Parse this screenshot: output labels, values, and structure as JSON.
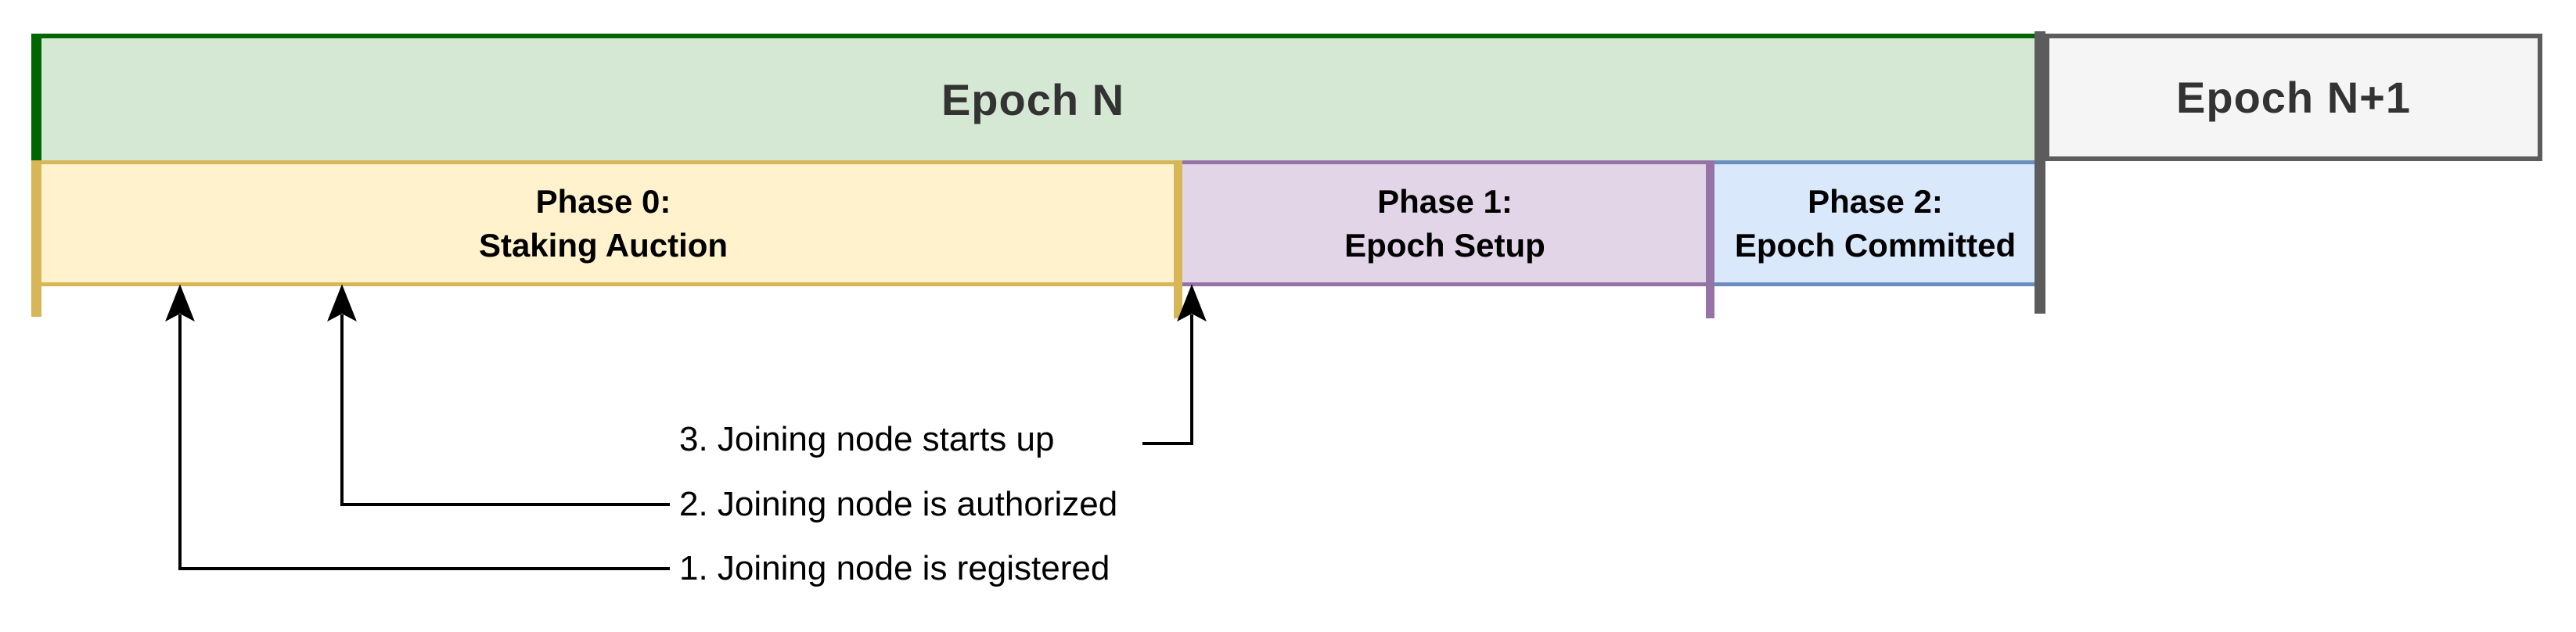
{
  "figure": {
    "type": "epoch-phase-timeline-diagram",
    "epochs": [
      {
        "id": "epoch-n",
        "label": "Epoch N"
      },
      {
        "id": "epoch-n-plus-1",
        "label": "Epoch N+1"
      }
    ],
    "phases": [
      {
        "id": "phase-0",
        "line1": "Phase 0:",
        "line2": "Staking Auction"
      },
      {
        "id": "phase-1",
        "line1": "Phase 1:",
        "line2": "Epoch Setup"
      },
      {
        "id": "phase-2",
        "line1": "Phase 2:",
        "line2": "Epoch Committed"
      }
    ],
    "annotations": [
      {
        "id": "step-1",
        "label": "1. Joining node is registered"
      },
      {
        "id": "step-2",
        "label": "2. Joining node is authorized"
      },
      {
        "id": "step-3",
        "label": "3. Joining node starts up"
      }
    ],
    "colors": {
      "epoch_n_fill": "#d5e8d4",
      "epoch_n_border": "#006600",
      "epoch_n1_fill": "#f5f5f5",
      "epoch_n1_border": "#5c5c5c",
      "phase0_fill": "#fff2cc",
      "phase0_border": "#d6b656",
      "phase1_fill": "#e1d5e7",
      "phase1_border": "#9673a6",
      "phase2_fill": "#dae8fc",
      "phase2_border": "#6c8ebf",
      "epoch_boundary_divider": "#5c5c5c",
      "arrow": "#000000",
      "epoch_text": "#333333",
      "phase_text": "#000000"
    }
  }
}
